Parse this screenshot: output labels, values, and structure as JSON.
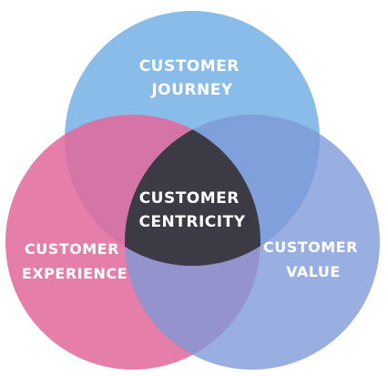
{
  "diagram": {
    "circles": [
      {
        "id": "journey",
        "line1": "CUSTOMER",
        "line2": "JOURNEY",
        "color": "#7FB6E6"
      },
      {
        "id": "experience",
        "line1": "CUSTOMER",
        "line2": "EXPERIENCE",
        "color": "#E2679B"
      },
      {
        "id": "value",
        "line1": "CUSTOMER",
        "line2": "VALUE",
        "color": "#8AA2DE"
      }
    ],
    "center": {
      "line1": "CUSTOMER",
      "line2": "CENTRICITY",
      "color": "#3B3A45"
    }
  }
}
